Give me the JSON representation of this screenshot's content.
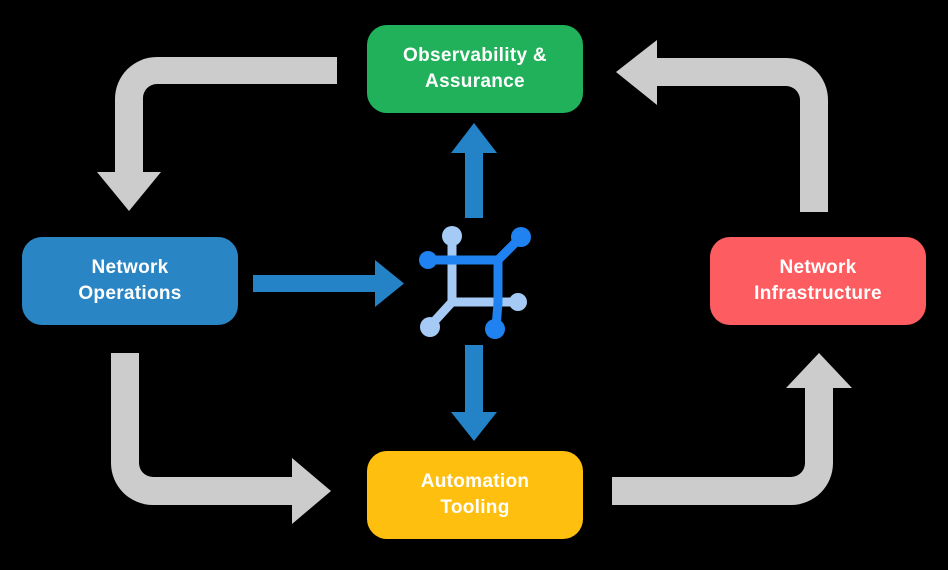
{
  "diagram": {
    "background_color": "#000000",
    "text_color": "#ffffff",
    "cycle_arrow_color": "#cccccc",
    "flow_arrow_color": "#2383c6",
    "nodes": {
      "observability": {
        "label": "Observability &\nAssurance",
        "color": "#22b15b"
      },
      "operations": {
        "label": "Network\nOperations",
        "color": "#2a85c4"
      },
      "infrastructure": {
        "label": "Network\nInfrastructure",
        "color": "#fd5c60"
      },
      "automation": {
        "label": "Automation\nTooling",
        "color": "#ffbf0f"
      }
    },
    "center_icon": {
      "name": "network-automation-icon",
      "primary_color": "#1f82f0",
      "secondary_color": "#a4caf5"
    },
    "flows": [
      {
        "from": "network-operations",
        "to": "center-icon",
        "style": "blue-straight-arrow"
      },
      {
        "from": "center-icon",
        "to": "observability-assurance",
        "style": "blue-straight-arrow"
      },
      {
        "from": "center-icon",
        "to": "automation-tooling",
        "style": "blue-straight-arrow"
      },
      {
        "from": "observability-assurance",
        "to": "network-operations",
        "style": "gray-elbow-arrow"
      },
      {
        "from": "network-operations",
        "to": "automation-tooling",
        "style": "gray-elbow-arrow"
      },
      {
        "from": "automation-tooling",
        "to": "network-infrastructure",
        "style": "gray-elbow-arrow"
      },
      {
        "from": "network-infrastructure",
        "to": "observability-assurance",
        "style": "gray-elbow-arrow"
      }
    ]
  }
}
